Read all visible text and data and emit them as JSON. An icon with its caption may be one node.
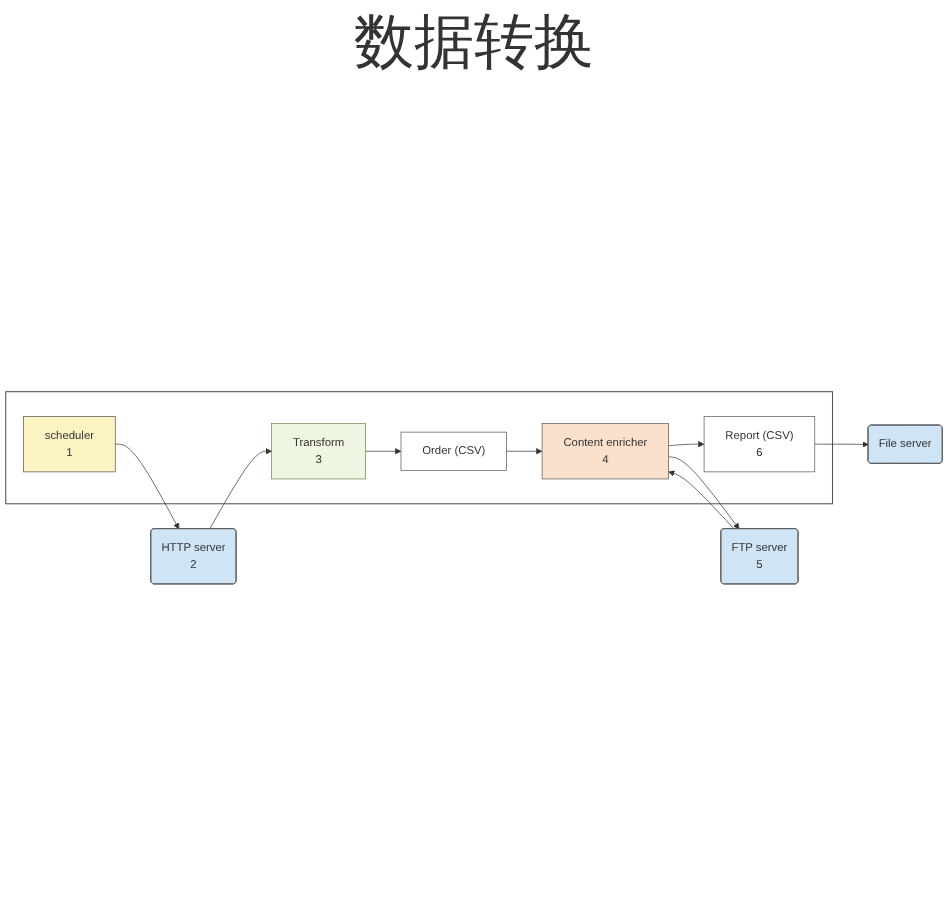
{
  "diagram": {
    "title": "数据转换",
    "nodes": [
      {
        "text": [],
        "shape": "box"
      },
      {
        "text": [
          "scheduler",
          "1"
        ],
        "in": 0
      },
      {
        "text": [
          "HTTP server",
          "2"
        ]
      },
      {
        "text": [
          "Transform",
          "3"
        ],
        "in": 0
      },
      {
        "text": [
          "Order (CSV)"
        ],
        "in": 0
      },
      {
        "text": [
          "Content enricher",
          "4"
        ],
        "in": 0
      },
      {
        "text": [
          "FTP server",
          "5"
        ]
      },
      {
        "text": [
          "Report (CSV)",
          "6"
        ],
        "in": 0
      },
      {
        "text": [
          "File server"
        ]
      }
    ],
    "edges": [
      {
        "from": 1,
        "to": 2,
        "arrow": "to"
      },
      {
        "from": 2,
        "to": 3,
        "arrow": "to"
      },
      {
        "from": 3,
        "to": 4,
        "arrow": "to"
      },
      {
        "from": 4,
        "to": 5,
        "arrow": "to"
      },
      {
        "from": 5,
        "to": 6,
        "arrow": "to"
      },
      {
        "from": 6,
        "to": 5,
        "arrow": "to"
      },
      {
        "from": 5,
        "to": 7,
        "arrow": "to"
      },
      {
        "from": 7,
        "to": 8,
        "arrow": "to"
      }
    ]
  }
}
